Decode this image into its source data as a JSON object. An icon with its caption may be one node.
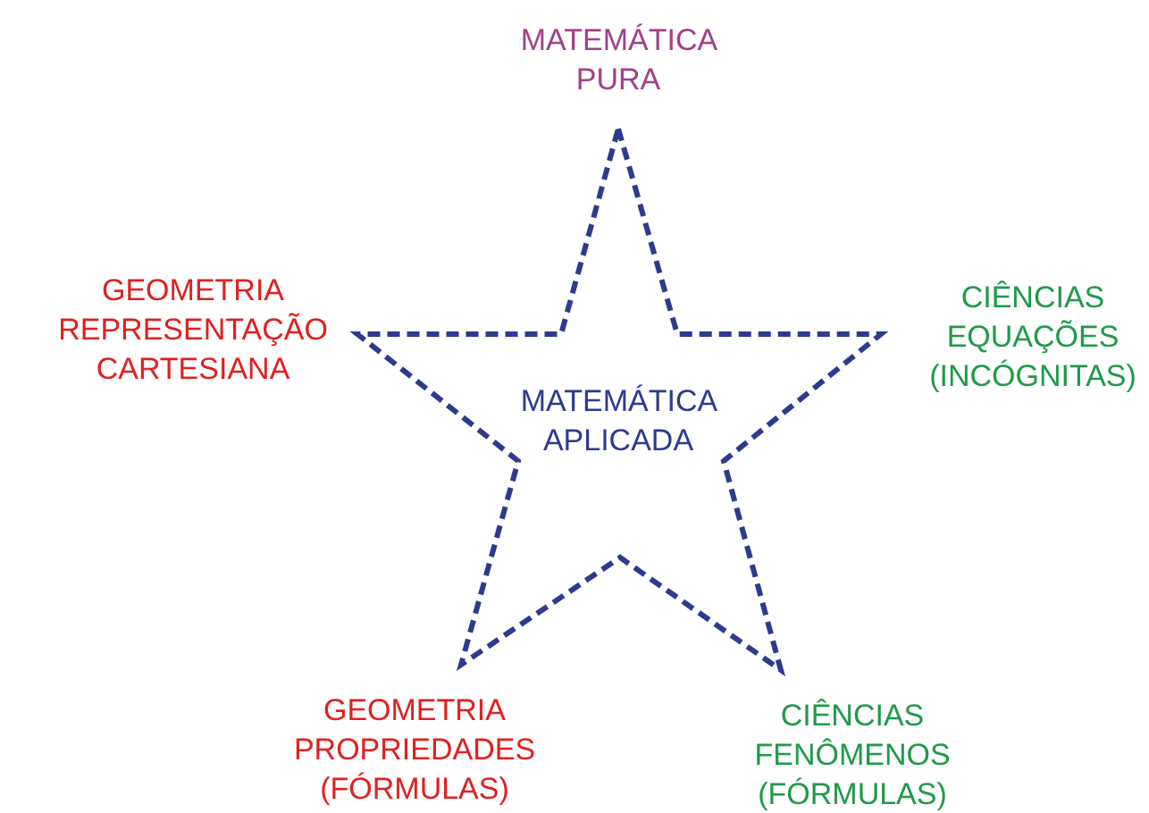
{
  "diagram": {
    "nodes": [
      {
        "text": [
          "MATEMÁTICA APLICADA"
        ]
      }
    ],
    "labels": [
      "MATEMÁTICA PURA",
      "GEOMETRIA REPRESENTAÇÃO CARTESIANA",
      "CIÊNCIAS EQUAÇÕES (INCÓGNITAS)",
      "GEOMETRIA PROPRIEDADES (FÓRMULAS)",
      "CIÊNCIAS FENÔMENOS (FÓRMULAS)"
    ]
  }
}
